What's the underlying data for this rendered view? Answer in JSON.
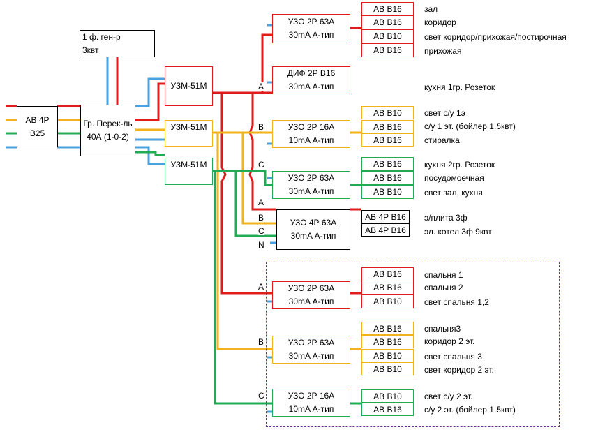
{
  "colors": {
    "red": "#e01b1b",
    "yellow": "#f2b21a",
    "green": "#22aa55",
    "blue": "#4aa3df",
    "black": "#000000",
    "purple": "#7030a0"
  },
  "input_breaker": {
    "line1": "АВ 4Р",
    "line2": "В25"
  },
  "generator": {
    "line1": "1 ф. ген-р",
    "line2": "3квт"
  },
  "switch": {
    "line1": "Гр. Перек-ль",
    "line2": "40А  (1-0-2)"
  },
  "relays": {
    "top": "УЗМ-51М",
    "mid": "УЗМ-51М",
    "bottom": "УЗМ-51М"
  },
  "phases": {
    "a": "A",
    "b": "B",
    "c": "C",
    "n": "N"
  },
  "devices": {
    "d1": {
      "line1": "УЗО  2Р 63А",
      "line2": "30mA А-тип"
    },
    "d2": {
      "line1": "ДИФ 2Р В16",
      "line2": "30mA А-тип"
    },
    "d3": {
      "line1": "УЗО 2Р 16А",
      "line2": "10mA А-тип"
    },
    "d4": {
      "line1": "УЗО  2Р 63А",
      "line2": "30mA А-тип"
    },
    "d5": {
      "line1": "УЗО 4Р 63А",
      "line2": "30mA А-тип"
    },
    "d6": {
      "line1": "УЗО  2Р 63А",
      "line2": "30mA А-тип"
    },
    "d7": {
      "line1": "УЗО  2Р 63А",
      "line2": "30mA А-тип"
    },
    "d8": {
      "line1": "УЗО 2Р 16А",
      "line2": "10mA А-тип"
    }
  },
  "breakers": {
    "g1": [
      "АВ В16",
      "АВ В16",
      "АВ В10",
      "АВ В16"
    ],
    "g3": [
      "АВ В10",
      "АВ В16",
      "АВ В16"
    ],
    "g4": [
      "АВ В16",
      "АВ В16",
      "АВ В10"
    ],
    "g5": [
      "АВ 4Р В16",
      "АВ 4Р В16"
    ],
    "g6": [
      "АВ В16",
      "АВ В16",
      "АВ В10"
    ],
    "g7": [
      "АВ В16",
      "АВ В16",
      "АВ В10",
      "АВ В10"
    ],
    "g8": [
      "АВ В10",
      "АВ В16"
    ]
  },
  "labels": {
    "g1": [
      "зал",
      "коридор",
      "свет коридор/прихожая/постирочная",
      "прихожая"
    ],
    "g2": [
      "кухня 1гр. Розеток"
    ],
    "g3": [
      "свет с/у 1э",
      "с/у 1 эт. (бойлер 1.5квт)",
      "стиралка"
    ],
    "g4": [
      "кухня 2гр. Розеток",
      "посудомоечная",
      "свет зал, кухня"
    ],
    "g5": [
      "э/плита 3ф",
      "эл. котел 3ф 9квт"
    ],
    "g6": [
      "спальня 1",
      "спальня 2",
      "свет спальня 1,2"
    ],
    "g7": [
      "спальня3",
      "коридор 2 эт.",
      "свет спальня 3",
      "свет коридор 2 эт."
    ],
    "g8": [
      "свет с/у 2 эт.",
      "с/у 2 эт. (бойлер 1.5квт)"
    ]
  }
}
